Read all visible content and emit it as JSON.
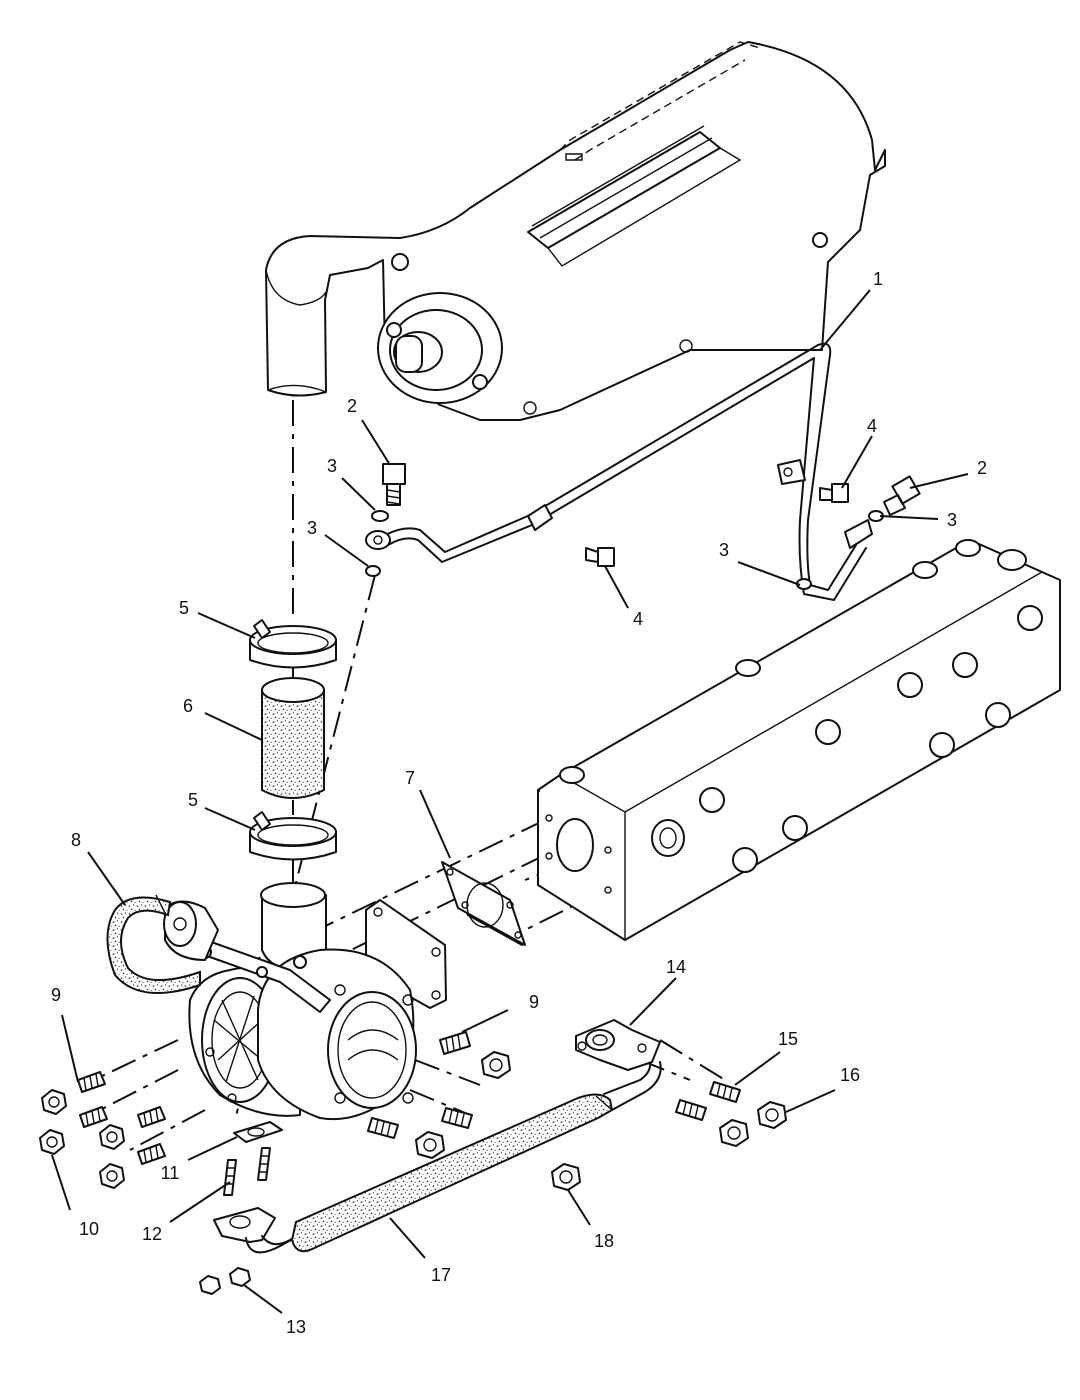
{
  "callouts": [
    {
      "id": "c1",
      "text": "1"
    },
    {
      "id": "c2a",
      "text": "2"
    },
    {
      "id": "c2b",
      "text": "2"
    },
    {
      "id": "c3a",
      "text": "3"
    },
    {
      "id": "c3b",
      "text": "3"
    },
    {
      "id": "c3c",
      "text": "3"
    },
    {
      "id": "c3d",
      "text": "3"
    },
    {
      "id": "c4a",
      "text": "4"
    },
    {
      "id": "c4b",
      "text": "4"
    },
    {
      "id": "c5a",
      "text": "5"
    },
    {
      "id": "c5b",
      "text": "5"
    },
    {
      "id": "c6",
      "text": "6"
    },
    {
      "id": "c7",
      "text": "7"
    },
    {
      "id": "c8",
      "text": "8"
    },
    {
      "id": "c9a",
      "text": "9"
    },
    {
      "id": "c9b",
      "text": "9"
    },
    {
      "id": "c10",
      "text": "10"
    },
    {
      "id": "c11",
      "text": "11"
    },
    {
      "id": "c12",
      "text": "12"
    },
    {
      "id": "c13",
      "text": "13"
    },
    {
      "id": "c14",
      "text": "14"
    },
    {
      "id": "c15",
      "text": "15"
    },
    {
      "id": "c16",
      "text": "16"
    },
    {
      "id": "c17",
      "text": "17"
    },
    {
      "id": "c18",
      "text": "18"
    }
  ]
}
